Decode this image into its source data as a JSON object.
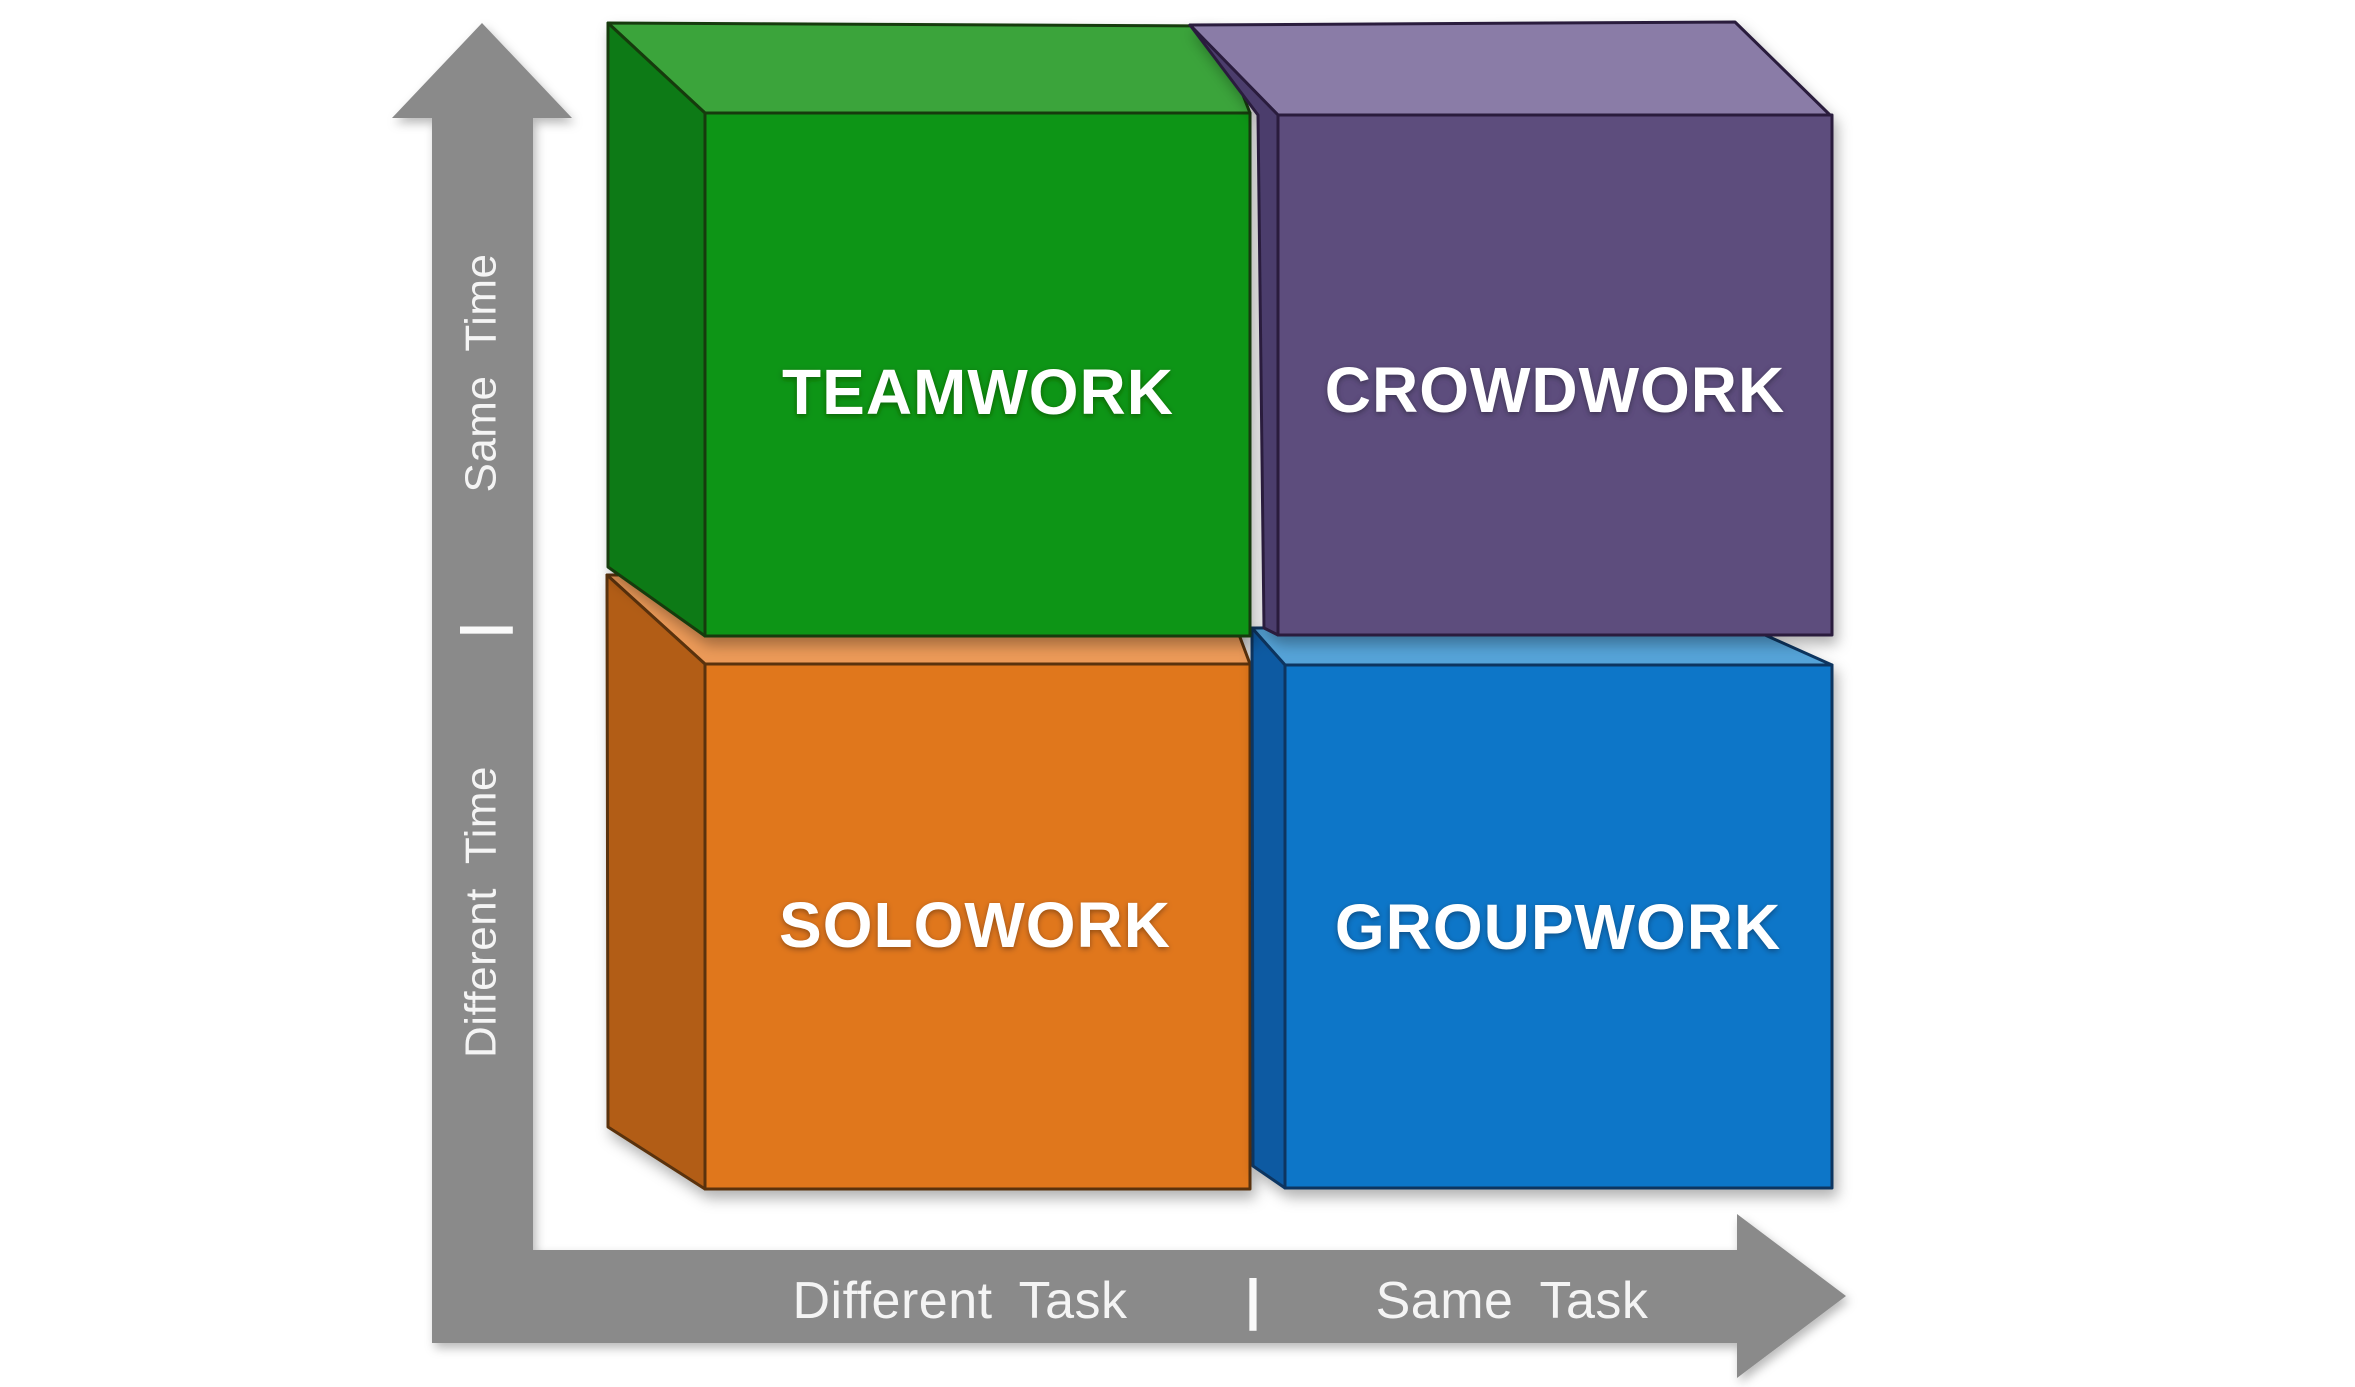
{
  "quadrants": {
    "top_left": {
      "label": "TEAMWORK",
      "color": "#0f9513",
      "top_color": "#3ba43b",
      "side_color": "#0a7a12",
      "position": "same time / different task"
    },
    "top_right": {
      "label": "CROWDWORK",
      "color": "#5d4d7d",
      "top_color": "#8a7ca7",
      "side_color": "#4c3e6c",
      "position": "same time / same task"
    },
    "bottom_left": {
      "label": "SOLOWORK",
      "color": "#e0771f",
      "top_color": "#ec9a58",
      "side_color": "#b25d15",
      "position": "different time / different task"
    },
    "bottom_right": {
      "label": "GROUPWORK",
      "color": "#0f76c8",
      "top_color": "#55a3d8",
      "side_color": "#0c5aa2",
      "position": "different time / same task"
    }
  },
  "axes": {
    "color": "#8a8a8a",
    "y_axis": {
      "top_label": "Same Time",
      "divider": "|",
      "bottom_label": "Different Time"
    },
    "x_axis": {
      "left_label": "Different Task",
      "divider": "|",
      "right_label": "Same Task"
    }
  }
}
